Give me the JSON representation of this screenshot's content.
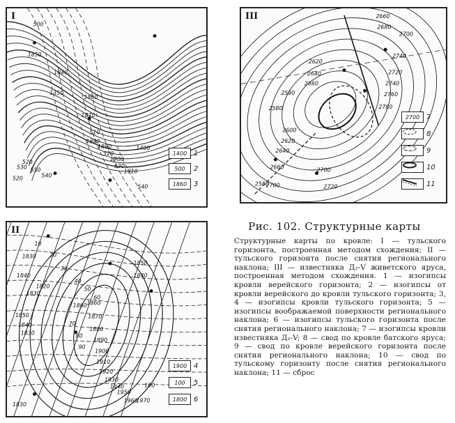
{
  "figure": {
    "title": "Рис. 102. Структурные карты",
    "caption": "Структурные карты по кровле: I — тульского горизонта, построенная методом схождения; II — тульского горизонта после снятия регионального наклона; III — известняка Д₂-V живетского яруса, построенная методом схождения. 1 — изогипсы кровли верейского горизонта; 2 — изогипсы от кровли верейского до кровли тульского горизонта; 3, 4 — изогипсы кровли тульского горизонта; 5 — изогипсы воображаемой поверхности регионального наклона; 6 — изогипсы тульского горизонта после снятия регионального наклона; 7 — изогипсы кровли известняка Д₂-V; 8 — свод по кровле батского яруса; 9 — свод по кровле верейского горизонта после снятия регионального наклона; 10 — свод по тульскому горизонту после снятия регионального наклона; 11 — сброс"
  },
  "panel1": {
    "roman": "I",
    "labels": [
      "500",
      "1850",
      "1840",
      "1350",
      "1860",
      "1870",
      "510",
      "1880",
      "1890",
      "520",
      "1900",
      "530",
      "1910",
      "540",
      "1400",
      "520",
      "530",
      "520",
      "540",
      "550"
    ],
    "legend": [
      {
        "value": "1400",
        "num": "1"
      },
      {
        "value": "500",
        "num": "2"
      },
      {
        "value": "1860",
        "num": "3"
      }
    ]
  },
  "panel2": {
    "roman": "III",
    "labels": [
      "2660",
      "2680",
      "2700",
      "2620",
      "2640",
      "2660",
      "2580",
      "2590",
      "2600",
      "2620",
      "2640",
      "2660",
      "2700",
      "2720",
      "2740",
      "2760",
      "2780",
      "2720",
      "2740",
      "2700",
      "2580"
    ],
    "legend": [
      {
        "value": "2700",
        "num": "7"
      },
      {
        "value": "",
        "num": "8"
      },
      {
        "value": "",
        "num": "9"
      },
      {
        "value": "",
        "num": "10"
      },
      {
        "value": "",
        "num": "11"
      }
    ]
  },
  "panel3": {
    "roman": "II",
    "labels": [
      "1830",
      "1840",
      "1820",
      "1830",
      "1850",
      "1840",
      "1860",
      "1860",
      "1870",
      "1880",
      "1890",
      "1900",
      "1910",
      "1920",
      "1930",
      "1940",
      "1950",
      "1960",
      "1970",
      "1850",
      "1840",
      "1830",
      "10",
      "20",
      "30",
      "40",
      "50",
      "60",
      "70",
      "80",
      "90",
      "100",
      "1830"
    ],
    "legend": [
      {
        "value": "1900",
        "num": "4"
      },
      {
        "value": "100",
        "num": "5"
      },
      {
        "value": "1800",
        "num": "6"
      }
    ]
  }
}
